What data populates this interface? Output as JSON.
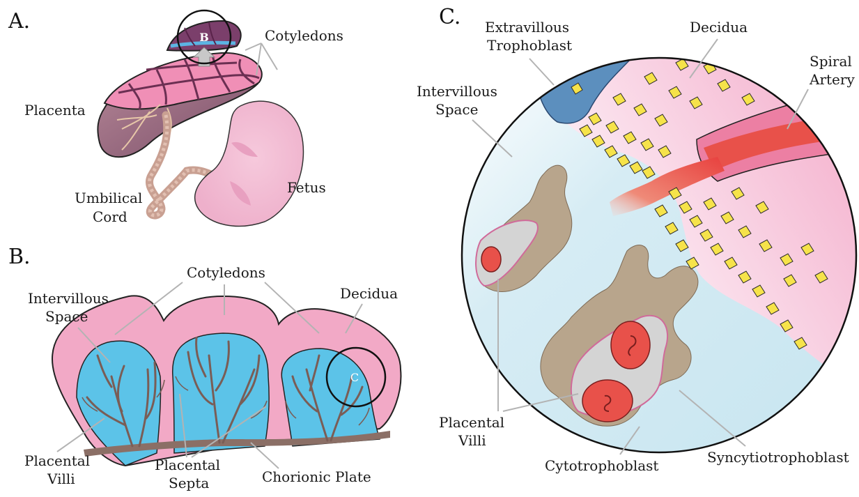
{
  "panels": {
    "a": "A.",
    "b": "B.",
    "c": "C."
  },
  "panel_a": {
    "circle_marker": "B",
    "labels": {
      "cotyledons": "Cotyledons",
      "placenta": "Placenta",
      "umbilical_1": "Umbilical",
      "umbilical_2": "Cord",
      "fetus": "Fetus"
    }
  },
  "panel_b": {
    "circle_marker": "C",
    "labels": {
      "cotyledons": "Cotyledons",
      "intervillous_1": "Intervillous",
      "intervillous_2": "Space",
      "decidua": "Decidua",
      "villi_1": "Placental",
      "villi_2": "Villi",
      "septa_1": "Placental",
      "septa_2": "Septa",
      "chorionic": "Chorionic Plate"
    }
  },
  "panel_c": {
    "labels": {
      "extravillous_1": "Extravillous",
      "extravillous_2": "Trophoblast",
      "decidua": "Decidua",
      "spiral_1": "Spiral",
      "spiral_2": "Artery",
      "intervillous_1": "Intervillous",
      "intervillous_2": "Space",
      "villi_1": "Placental",
      "villi_2": "Villi",
      "cytotrophoblast": "Cytotrophoblast",
      "syncytio": "Syncytiotrophoblast"
    }
  },
  "colors": {
    "pink": "#f2a9c6",
    "deep_pink": "#e3729f",
    "blue": "#5cc3e8",
    "pale_blue": "#cfe8f1",
    "villus_brown": "#8b6f66",
    "tan": "#b8a58c",
    "yellow": "#f6e34a",
    "artery_red": "#e8514a",
    "gray_villus": "#d4d4d4"
  }
}
